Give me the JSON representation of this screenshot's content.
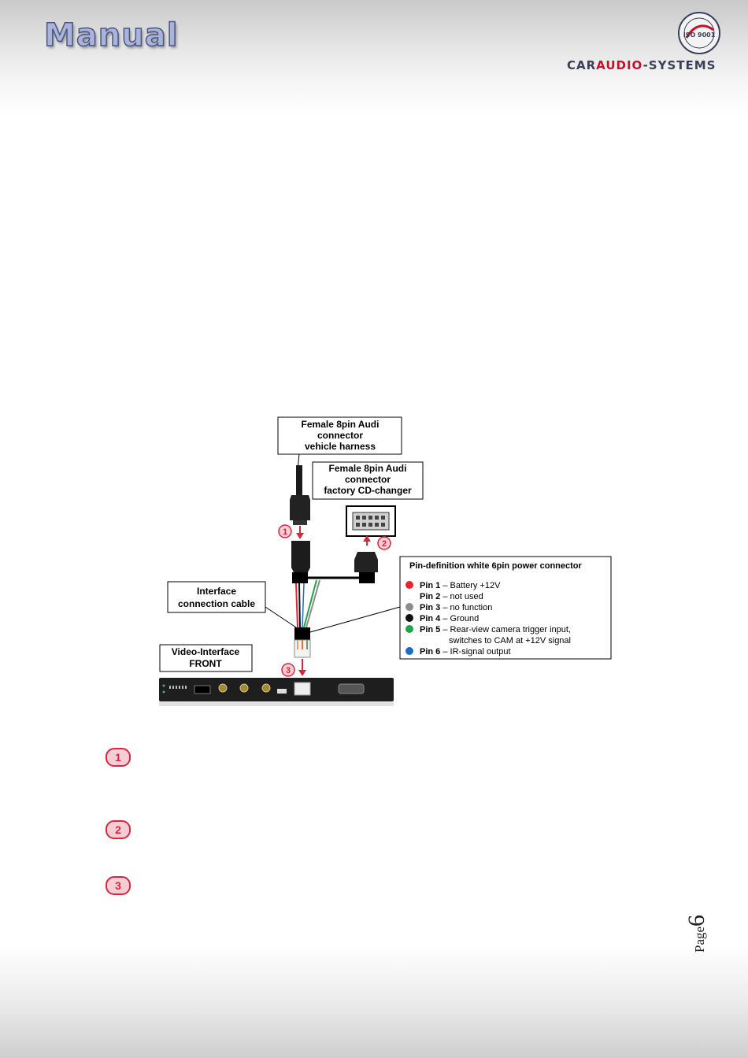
{
  "header": {
    "title": "Manual",
    "brand_prefix": "CAR",
    "brand_accent": "AUDIO",
    "brand_suffix": "-SYSTEMS",
    "seal_text": "ISO 9001"
  },
  "diagram": {
    "callout_vehicle_harness": [
      "Female 8pin Audi",
      "connector",
      "vehicle harness"
    ],
    "callout_cd_changer": [
      "Female 8pin Audi",
      "connector",
      "factory CD-changer"
    ],
    "callout_interface_cable": [
      "Interface",
      "connection cable"
    ],
    "callout_video_interface": [
      "Video-Interface",
      "FRONT"
    ],
    "step_markers": [
      "1",
      "2",
      "3"
    ],
    "pin_box": {
      "title": "Pin-definition white 6pin power connector",
      "pins": [
        {
          "label": "Pin 1",
          "desc": "Battery +12V",
          "color": "#e8212b"
        },
        {
          "label": "Pin 2",
          "desc": "not used",
          "color": ""
        },
        {
          "label": "Pin 3",
          "desc": "no function",
          "color": "#8c8c8c"
        },
        {
          "label": "Pin 4",
          "desc": "Ground",
          "color": "#111111"
        },
        {
          "label": "Pin 5",
          "desc": "Rear-view camera trigger input,",
          "desc2": "switches to CAM at +12V signal",
          "color": "#1fa34a"
        },
        {
          "label": "Pin 6",
          "desc": "IR-signal output",
          "color": "#1b6fc0"
        }
      ]
    }
  },
  "steps": [
    "1",
    "2",
    "3"
  ],
  "footer": {
    "page_word": "Page",
    "page_number": "6"
  },
  "colors": {
    "marker_red": "#d7263d",
    "title_fill": "#a9b4d8",
    "brand_accent": "#c8102e"
  }
}
